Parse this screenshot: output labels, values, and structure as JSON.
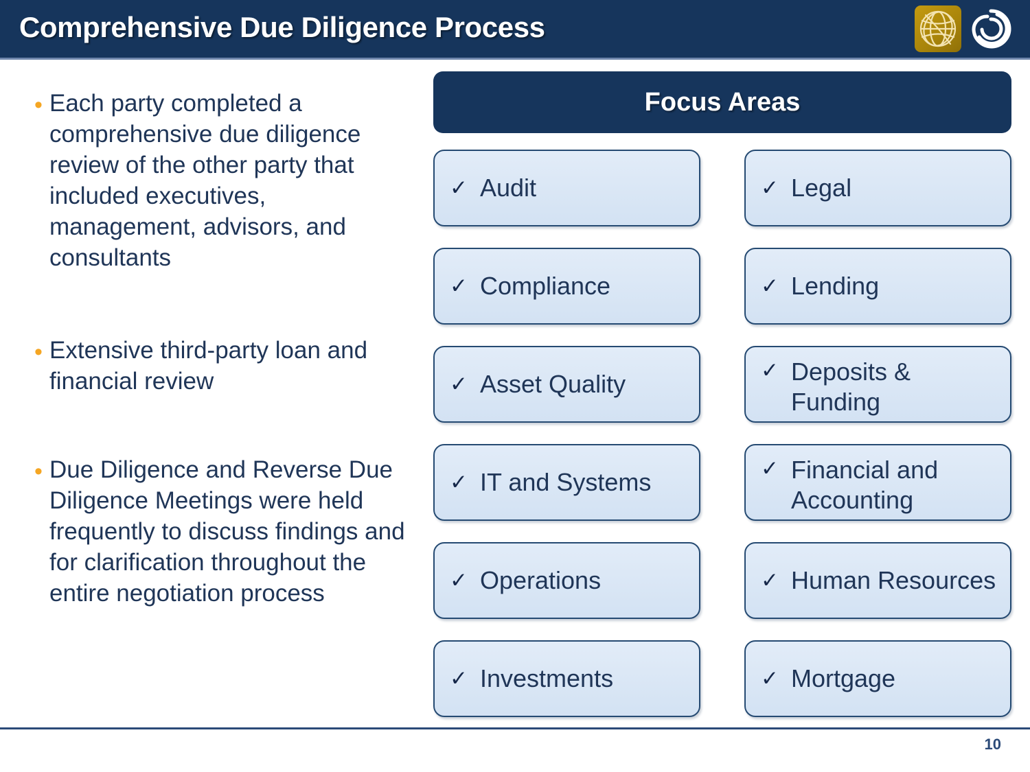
{
  "header": {
    "title": "Comprehensive Due Diligence Process",
    "background_color": "#16355c",
    "title_color": "#ffffff",
    "logos": [
      {
        "name": "globe-logo",
        "color": "#b8900c"
      },
      {
        "name": "spiral-logo",
        "color": "#ffffff"
      }
    ]
  },
  "bullets": {
    "bullet_color": "#f5a623",
    "text_color": "#1f3557",
    "bullet_glyph": "•",
    "items": [
      "Each party completed a comprehensive due diligence review of the other party that included executives, management, advisors, and consultants",
      "Extensive third-party loan and financial review",
      "Due Diligence and Reverse Due Diligence Meetings were held frequently to discuss findings and for clarification throughout the entire negotiation process"
    ]
  },
  "focus_panel": {
    "header_label": "Focus Areas",
    "header_background": "#16355c",
    "box_background": "#dce8f6",
    "box_border_color": "#254a72",
    "check_glyph": "✓",
    "items": [
      {
        "label": "Audit",
        "column": "left",
        "lines": 1
      },
      {
        "label": "Legal",
        "column": "right",
        "lines": 1
      },
      {
        "label": "Compliance",
        "column": "left",
        "lines": 1
      },
      {
        "label": "Lending",
        "column": "right",
        "lines": 1
      },
      {
        "label": "Asset Quality",
        "column": "left",
        "lines": 1
      },
      {
        "label": "Deposits &\nFunding",
        "column": "right",
        "lines": 2
      },
      {
        "label": "IT and Systems",
        "column": "left",
        "lines": 1
      },
      {
        "label": "Financial and\nAccounting",
        "column": "right",
        "lines": 2
      },
      {
        "label": "Operations",
        "column": "left",
        "lines": 1
      },
      {
        "label": "Human Resources",
        "column": "right",
        "lines": 1
      },
      {
        "label": "Investments",
        "column": "left",
        "lines": 1
      },
      {
        "label": "Mortgage",
        "column": "right",
        "lines": 1
      }
    ]
  },
  "footer": {
    "page_number": "10",
    "rule_color": "#2b4a78"
  }
}
